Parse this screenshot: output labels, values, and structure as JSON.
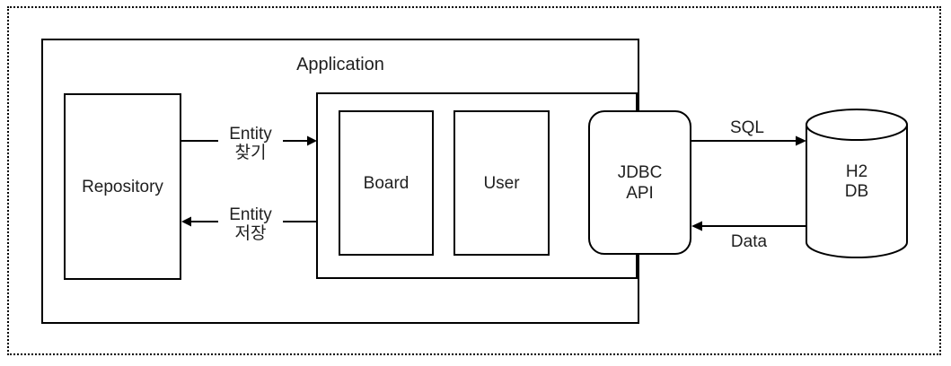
{
  "diagram": {
    "application": {
      "label": "Application"
    },
    "repository": {
      "label": "Repository"
    },
    "components": {
      "board": {
        "label": "Board"
      },
      "user": {
        "label": "User"
      }
    },
    "jdbc_api": {
      "label": "JDBC\nAPI"
    },
    "h2_db": {
      "label": "H2\nDB"
    },
    "arrows": {
      "find_entity": {
        "label": "Entity\n찾기",
        "from": "Repository",
        "to": "Application components"
      },
      "save_entity": {
        "label": "Entity\n저장",
        "from": "Application components",
        "to": "Repository"
      },
      "sql": {
        "label": "SQL",
        "from": "JDBC API",
        "to": "H2 DB"
      },
      "data": {
        "label": "Data",
        "from": "H2 DB",
        "to": "JDBC API"
      }
    },
    "colors": {
      "line": "#000000",
      "text": "#1f1f1f",
      "background": "#ffffff"
    }
  }
}
